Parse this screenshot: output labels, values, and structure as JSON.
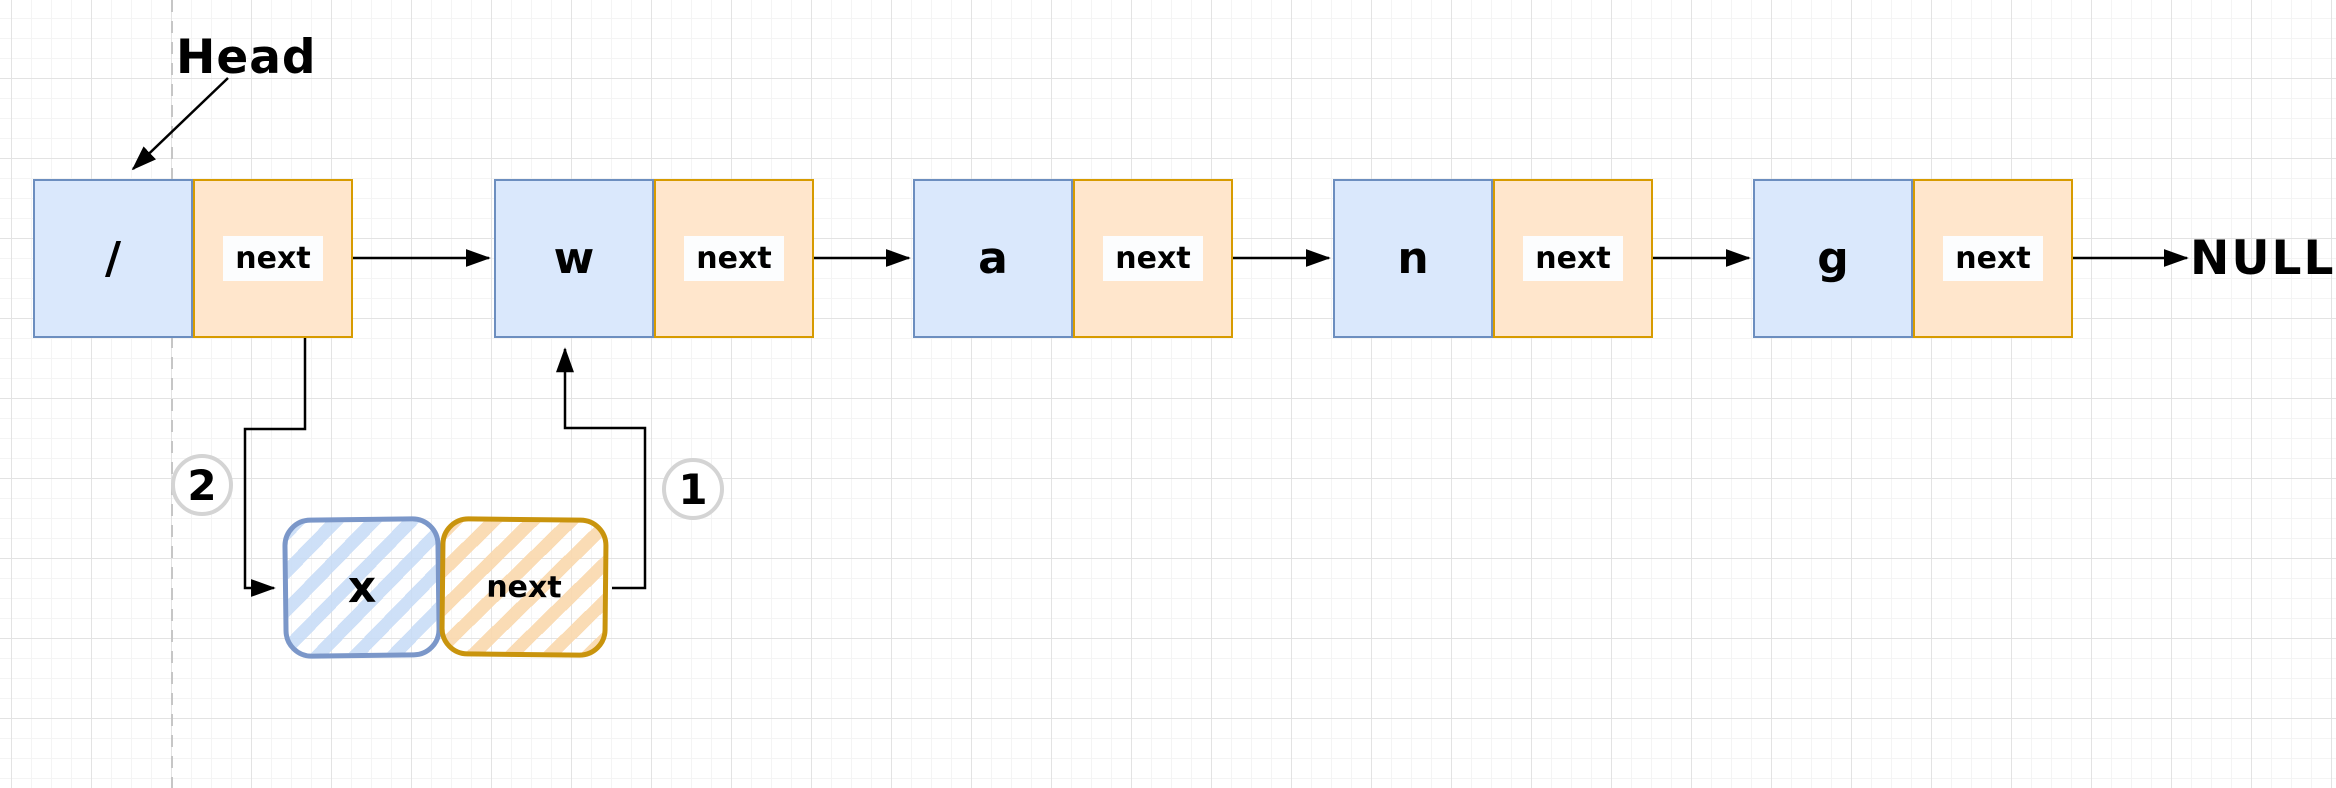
{
  "diagram": {
    "head_label": "Head",
    "null_label": "NULL",
    "nodes": [
      {
        "value": "/",
        "next_label": "next"
      },
      {
        "value": "w",
        "next_label": "next"
      },
      {
        "value": "a",
        "next_label": "next"
      },
      {
        "value": "n",
        "next_label": "next"
      },
      {
        "value": "g",
        "next_label": "next"
      }
    ],
    "inserted_node": {
      "value": "x",
      "next_label": "next"
    },
    "step_badges": [
      {
        "label": "2"
      },
      {
        "label": "1"
      }
    ],
    "colors": {
      "node_value_fill": "#dae8fc",
      "node_value_border": "#6c8ebf",
      "node_next_fill": "#ffe6cc",
      "node_next_border": "#d79b00",
      "sketch_value_border": "#7b97c9",
      "sketch_next_border": "#c9940d",
      "arrow": "#000000",
      "badge_border": "#d4d4d4",
      "dashed_guide": "#c6c6c6",
      "grid_minor": "#f4f4f4",
      "grid_major": "#e3e3e3"
    }
  }
}
